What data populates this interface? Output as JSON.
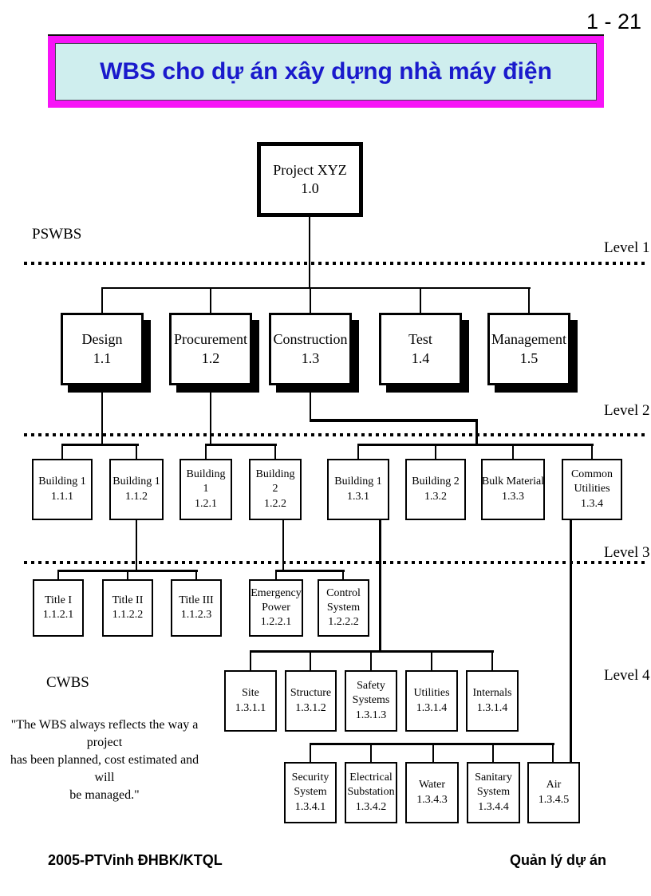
{
  "page": {
    "number": "1 - 21"
  },
  "title": {
    "text": "WBS cho dự án xây dựng nhà máy điện"
  },
  "labels": {
    "pswbs": "PSWBS",
    "cwbs": "CWBS",
    "level1": "Level 1",
    "level2": "Level 2",
    "level3": "Level 3",
    "level4": "Level 4"
  },
  "quote": {
    "line1": "\"The WBS always reflects the way a project",
    "line2": "has been planned, cost estimated and will",
    "line3": "be managed.\""
  },
  "footer": {
    "left": "2005-PTVinh ĐHBK/KTQL",
    "right": "Quản lý dự án"
  },
  "colors": {
    "frame_magenta": "#f713f7",
    "banner_cyan": "#cfeeee",
    "title_blue": "#1a1acc",
    "line_black": "#000000"
  },
  "nodes": {
    "project": {
      "label": "Project XYZ",
      "code": "1.0"
    },
    "design": {
      "label": "Design",
      "code": "1.1"
    },
    "procurement": {
      "label": "Procurement",
      "code": "1.2"
    },
    "construction": {
      "label": "Construction",
      "code": "1.3"
    },
    "test": {
      "label": "Test",
      "code": "1.4"
    },
    "management": {
      "label": "Management",
      "code": "1.5"
    },
    "b111": {
      "label": "Building 1",
      "code": "1.1.1"
    },
    "b112": {
      "label": "Building 1",
      "code": "1.1.2"
    },
    "b121": {
      "label": "Building 1",
      "code": "1.2.1"
    },
    "b122": {
      "label": "Building 2",
      "code": "1.2.2"
    },
    "b131": {
      "label": "Building 1",
      "code": "1.3.1"
    },
    "b132": {
      "label": "Building 2",
      "code": "1.3.2"
    },
    "b133": {
      "label": "Bulk Material",
      "code": "1.3.3"
    },
    "b134": {
      "label": "Common Utilities",
      "code": "1.3.4"
    },
    "t1": {
      "label": "Title I",
      "code": "1.1.2.1"
    },
    "t2": {
      "label": "Title II",
      "code": "1.1.2.2"
    },
    "t3": {
      "label": "Title III",
      "code": "1.1.2.3"
    },
    "ep": {
      "label": "Emergency Power",
      "code": "1.2.2.1"
    },
    "cs": {
      "label": "Control System",
      "code": "1.2.2.2"
    },
    "site": {
      "label": "Site",
      "code": "1.3.1.1"
    },
    "structure": {
      "label": "Structure",
      "code": "1.3.1.2"
    },
    "safety": {
      "label": "Safety Systems",
      "code": "1.3.1.3"
    },
    "utilities": {
      "label": "Utilities",
      "code": "1.3.1.4"
    },
    "internals": {
      "label": "Internals",
      "code": "1.3.1.4"
    },
    "security": {
      "label": "Security System",
      "code": "1.3.4.1"
    },
    "electrical": {
      "label": "Electrical Substation",
      "code": "1.3.4.2"
    },
    "water": {
      "label": "Water",
      "code": "1.3.4.3"
    },
    "sanitary": {
      "label": "Sanitary System",
      "code": "1.3.4.4"
    },
    "air": {
      "label": "Air",
      "code": "1.3.4.5"
    }
  }
}
